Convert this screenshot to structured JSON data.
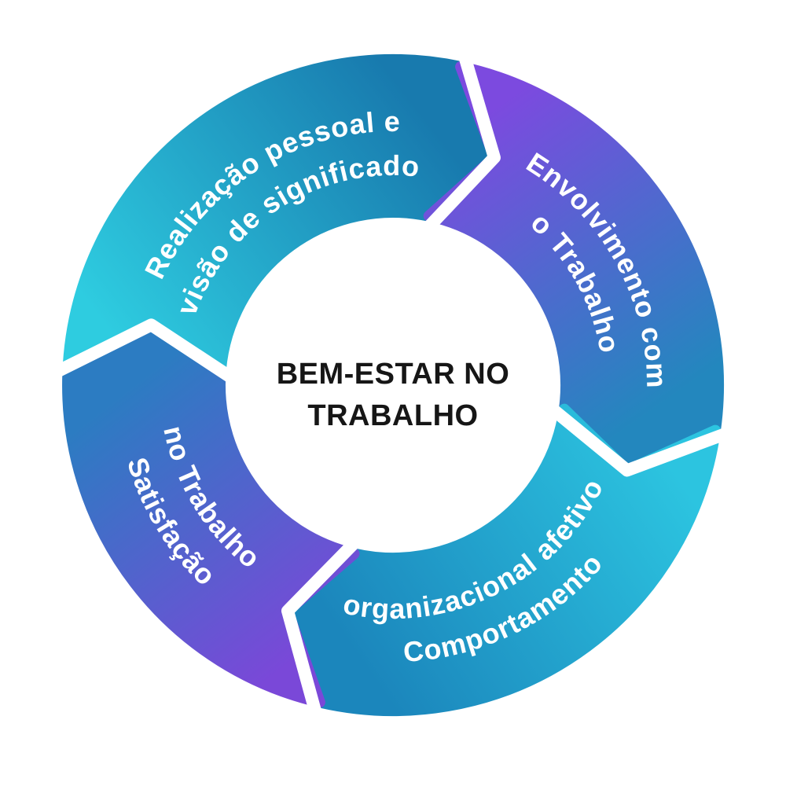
{
  "page": {
    "background": "#ffffff"
  },
  "diagram": {
    "type": "cycle",
    "direction": "clockwise",
    "center_title": {
      "line1": "BEM-ESTAR NO",
      "line2": "TRABALHO",
      "color": "#161616"
    },
    "label_color": "#ffffff",
    "segments": [
      {
        "name": "realizacao-pessoal",
        "label_line1": "Realização pessoal e",
        "label_line2": "visão de significado",
        "gradient_from": "#2ECCE0",
        "gradient_to": "#187AAE"
      },
      {
        "name": "envolvimento-trabalho",
        "label_line1": "Envolvimento com",
        "label_line2": "o Trabalho",
        "gradient_from": "#7C4ADF",
        "gradient_to": "#2387BE"
      },
      {
        "name": "comportamento-organizacional",
        "label_line1": "Comportamento",
        "label_line2": "organizacional afetivo",
        "gradient_from": "#2CC4E0",
        "gradient_to": "#1B86BC"
      },
      {
        "name": "satisfacao-trabalho",
        "label_line1": "Satisfação",
        "label_line2": "no Trabalho",
        "gradient_from": "#7A48D8",
        "gradient_to": "#2C7CC2"
      }
    ]
  }
}
